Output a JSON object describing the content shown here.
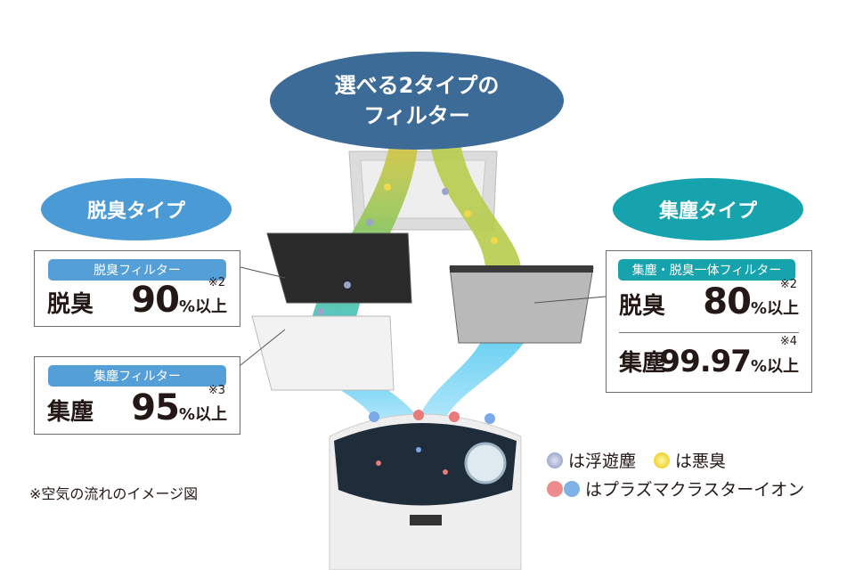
{
  "title": {
    "line1": "選べる2タイプの",
    "line2": "フィルター"
  },
  "left_type": {
    "label": "脱臭タイプ",
    "deodorize_box": {
      "tag": "脱臭フィルター",
      "label": "脱臭",
      "value": "90",
      "unit": "%以上",
      "note": "※2"
    },
    "dust_box": {
      "tag": "集塵フィルター",
      "label": "集塵",
      "value": "95",
      "unit": "%以上",
      "note": "※3"
    }
  },
  "right_type": {
    "label": "集塵タイプ",
    "box": {
      "tag": "集塵・脱臭一体フィルター",
      "deodorize": {
        "label": "脱臭",
        "value": "80",
        "unit": "%以上",
        "note": "※2"
      },
      "dust": {
        "label": "集塵",
        "value": "99.97",
        "unit": "%以上",
        "note": "※4"
      }
    }
  },
  "legend": {
    "dust": "は浮遊塵",
    "odor": "は悪臭",
    "ions": "はプラズマクラスターイオン"
  },
  "caption": "※空気の流れのイメージ図",
  "colors": {
    "navy": "#3d6b98",
    "blue": "#4a9ad6",
    "teal": "#17a3ae",
    "tag_blue": "#559fd8"
  }
}
